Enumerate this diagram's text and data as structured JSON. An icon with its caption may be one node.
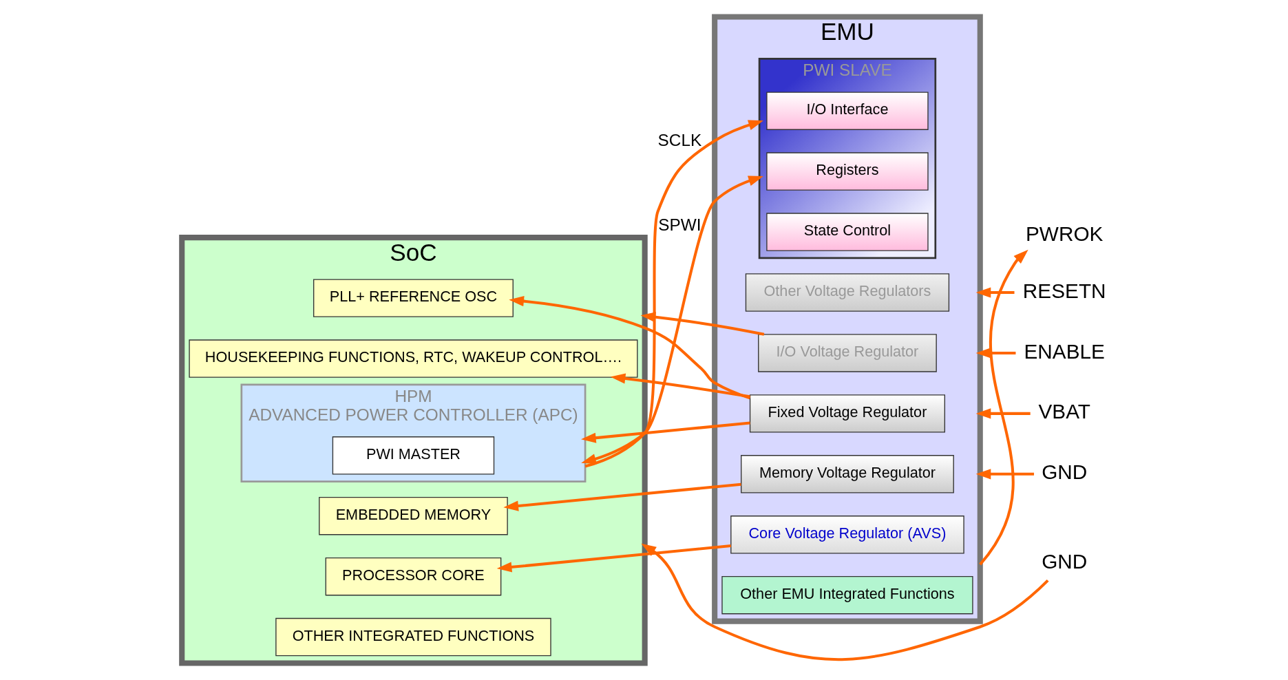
{
  "diagram": {
    "nodes": [
      {
        "text": [
          "SoC"
        ]
      },
      {
        "text": [
          "PLL+ REFERENCE OSC"
        ],
        "in": 0
      },
      {
        "text": [
          "EMBEDDED MEMORY"
        ],
        "in": 0
      },
      {
        "text": [
          "HOUSEKEEPING FUNCTIONS, RTC, WAKEUP CONTROL…."
        ],
        "in": 0
      },
      {
        "text": [
          "PROCESSOR CORE"
        ],
        "in": 0
      },
      {
        "text": [
          "OTHER INTEGRATED FUNCTIONS"
        ],
        "in": 0
      },
      {
        "text": [
          "HPM",
          "ADVANCED POWER CONTROLLER (APC)"
        ],
        "in": 0
      },
      {
        "text": [
          "PWI MASTER"
        ],
        "in": 6
      },
      {
        "text": [
          "EMU"
        ]
      },
      {
        "text": [
          "Other Voltage Regulators"
        ],
        "in": 8
      },
      {
        "text": [
          "I/O Voltage Regulator"
        ],
        "in": 8
      },
      {
        "text": [
          "Fixed Voltage Regulator"
        ],
        "in": 8
      },
      {
        "text": [
          "Memory Voltage Regulator"
        ],
        "in": 8
      },
      {
        "text": [
          "Core Voltage Regulator (AVS)"
        ],
        "in": 8
      },
      {
        "text": [
          "PWI SLAVE"
        ],
        "in": 8
      },
      {
        "text": [
          "I/O Interface"
        ],
        "in": 14
      },
      {
        "text": [
          "Registers"
        ],
        "in": 14
      },
      {
        "text": [
          "State Control"
        ],
        "in": 14
      },
      {
        "text": [
          "Other EMU Integrated Functions"
        ],
        "in": 8
      },
      {
        "text": [
          "PWROK"
        ]
      },
      {
        "text": [
          "RESETN"
        ]
      },
      {
        "text": [
          "ENABLE"
        ]
      },
      {
        "text": [
          "VBAT"
        ]
      },
      {
        "text": [
          "GND"
        ]
      },
      {
        "text": [
          "GND"
        ]
      }
    ],
    "edges": [
      {
        "from": 10,
        "to": 0,
        "arrow": "to"
      },
      {
        "from": 11,
        "to": 1,
        "arrow": "to"
      },
      {
        "from": 11,
        "to": 3,
        "arrow": "to"
      },
      {
        "from": 11,
        "to": 6,
        "arrow": "to"
      },
      {
        "from": 12,
        "to": 2,
        "arrow": "to"
      },
      {
        "from": 13,
        "to": 4,
        "arrow": "to"
      },
      {
        "from": 6,
        "to": 14,
        "arrow": "to",
        "label": "SCLK"
      },
      {
        "from": 6,
        "to": 14,
        "arrow": "both",
        "label": "SPWI"
      },
      {
        "from": 8,
        "to": 19,
        "arrow": "to"
      },
      {
        "from": 20,
        "to": 8,
        "arrow": "to"
      },
      {
        "from": 21,
        "to": 8,
        "arrow": "to"
      },
      {
        "from": 22,
        "to": 8,
        "arrow": "to"
      },
      {
        "from": 23,
        "to": 8,
        "arrow": "to"
      },
      {
        "from": 24,
        "to": 0,
        "arrow": "to"
      }
    ]
  }
}
